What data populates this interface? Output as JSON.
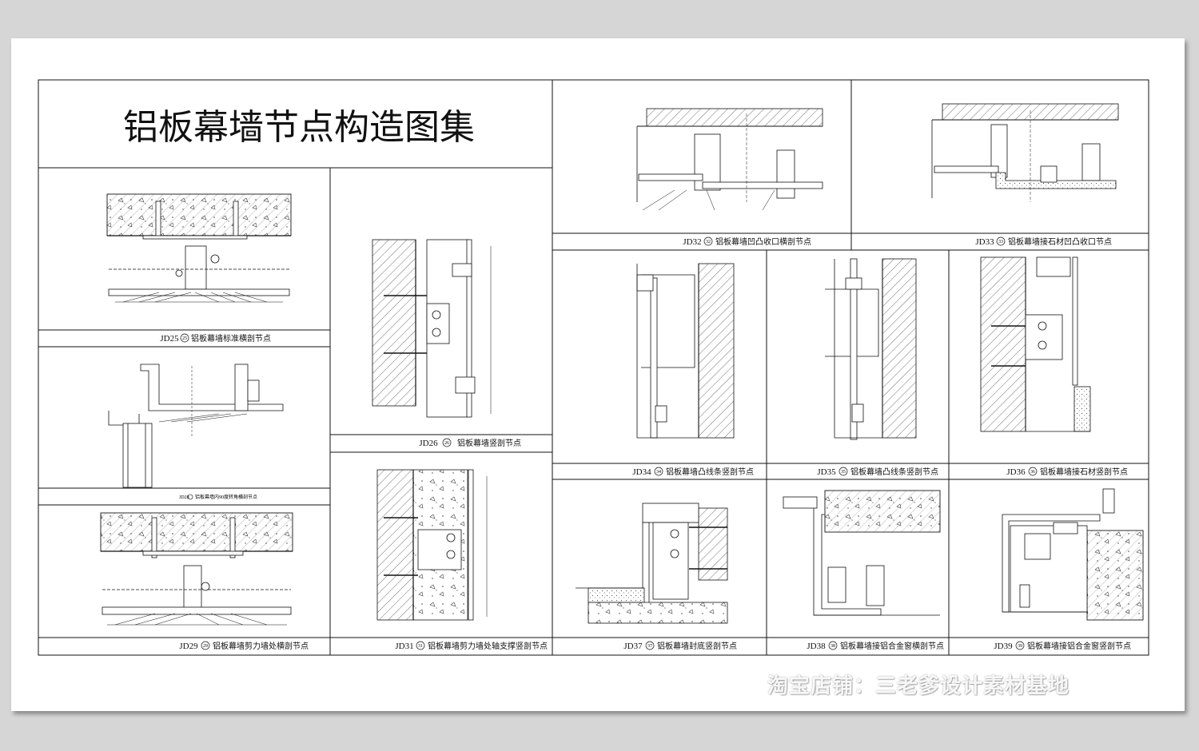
{
  "title": "铝板幕墙节点构造图集",
  "panels": [
    {
      "code": "JD25",
      "num": "25",
      "name": "铝板幕墙标准横剖节点"
    },
    {
      "code": "JD26",
      "num": "26",
      "name": "铝板幕墙竖剖节点"
    },
    {
      "code": "JD28",
      "num": "28",
      "name": "铝板幕墙内90度转角横剖节点"
    },
    {
      "code": "JD29",
      "num": "29",
      "name": "铝板幕墙剪力墙处横剖节点"
    },
    {
      "code": "JD31",
      "num": "31",
      "name": "铝板幕墙剪力墙处轴支撑竖剖节点"
    },
    {
      "code": "JD32",
      "num": "32",
      "name": "铝板幕墙凹凸收口横剖节点"
    },
    {
      "code": "JD33",
      "num": "33",
      "name": "铝板幕墙接石材凹凸收口节点"
    },
    {
      "code": "JD34",
      "num": "34",
      "name": "铝板幕墙凸线条竖剖节点"
    },
    {
      "code": "JD35",
      "num": "35",
      "name": "铝板幕墙凸线条竖剖节点"
    },
    {
      "code": "JD36",
      "num": "36",
      "name": "铝板幕墙接石材竖剖节点"
    },
    {
      "code": "JD37",
      "num": "37",
      "name": "铝板幕墙封底竖剖节点"
    },
    {
      "code": "JD38",
      "num": "38",
      "name": "铝板幕墙接铝合金窗横剖节点"
    },
    {
      "code": "JD39",
      "num": "39",
      "name": "铝板幕墙接铝合金窗竖剖节点"
    }
  ],
  "watermark": "淘宝店铺：三老爹设计素材基地"
}
